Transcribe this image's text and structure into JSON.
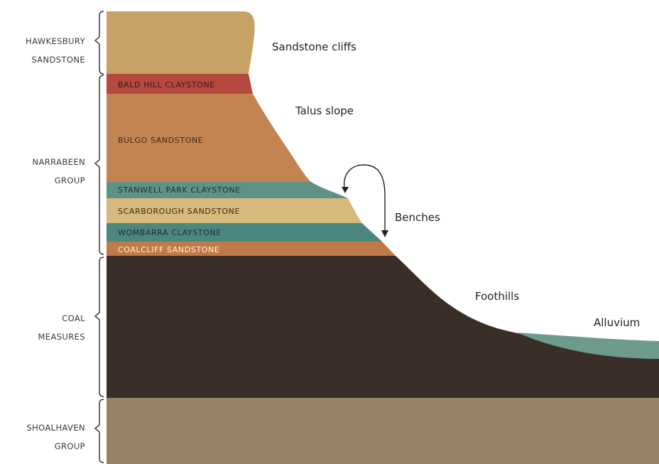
{
  "groups": [
    {
      "line1": "HAWKESBURY",
      "line2": "SANDSTONE"
    },
    {
      "line1": "NARRABEEN",
      "line2": "GROUP"
    },
    {
      "line1": "COAL",
      "line2": "MEASURES"
    },
    {
      "line1": "SHOALHAVEN",
      "line2": "GROUP"
    }
  ],
  "layers": [
    {
      "name": "BALD HILL CLAYSTONE",
      "color": "#b5493e",
      "text_color": "#3a1a14"
    },
    {
      "name": "BULGO SANDSTONE",
      "color": "#c48452",
      "text_color": "#3f2a1a"
    },
    {
      "name": "STANWELL PARK CLAYSTONE",
      "color": "#5f9287",
      "text_color": "#1f2f2c"
    },
    {
      "name": "SCARBOROUGH SANDSTONE",
      "color": "#d8b97c",
      "text_color": "#3a2c18"
    },
    {
      "name": "WOMBARRA CLAYSTONE",
      "color": "#4c877f",
      "text_color": "#1b2d2a"
    },
    {
      "name": "COALCLIFF SANDSTONE",
      "color": "#c07a47",
      "text_color": "#fff3e6"
    }
  ],
  "features": {
    "sandstone_cliffs": "Sandstone cliffs",
    "talus_slope": "Talus slope",
    "benches": "Benches",
    "foothills": "Foothills",
    "alluvium": "Alluvium"
  },
  "colors": {
    "hawkesbury": "#c8a165",
    "coal_measures": "#3a2f28",
    "shoalhaven": "#978366",
    "alluvium": "#6d9a8d"
  }
}
